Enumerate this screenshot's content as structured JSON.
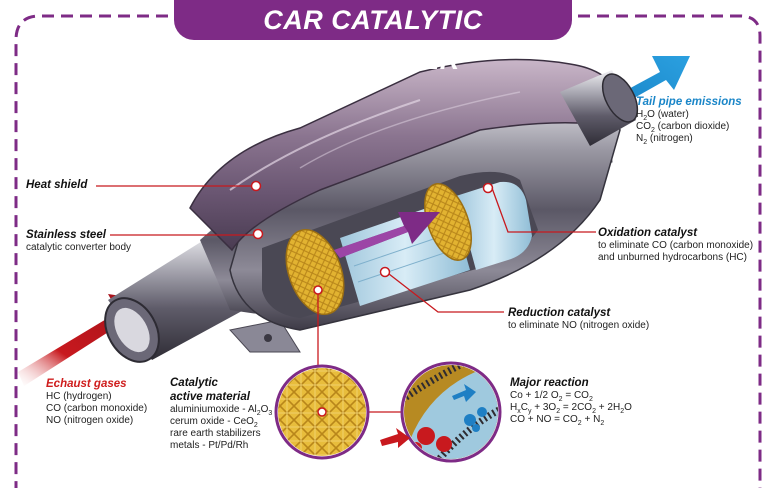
{
  "title": "CAR CATALYTIC CONVERTER",
  "colors": {
    "title_bg": "#7e2b86",
    "dashed_border": "#7e2b86",
    "exhaust_arrow": "#c8191e",
    "tailpipe_arrow": "#1a86c8",
    "inner_arrow": "#7e2b86",
    "catalyst_honeycomb": "#e2b331",
    "leader_line": "#c8191e"
  },
  "labels": {
    "heat_shield": {
      "title": "Heat shield"
    },
    "stainless_steel": {
      "title": "Stainless steel",
      "desc": "catalytic converter body"
    },
    "tail_pipe": {
      "title": "Tail pipe emissions",
      "line1_a": "H",
      "line1_sub": "2",
      "line1_b": "O (water)",
      "line2_a": "CO",
      "line2_sub": "2",
      "line2_b": " (carbon dioxide)",
      "line3_a": "N",
      "line3_sub": "2",
      "line3_b": " (nitrogen)"
    },
    "oxidation": {
      "title": "Oxidation catalyst",
      "line1": "to eliminate CO (carbon monoxide)",
      "line2": "and unburned hydrocarbons (HC)"
    },
    "reduction": {
      "title": "Reduction catalyst",
      "desc": "to eliminate NO (nitrogen oxide)"
    },
    "exhaust": {
      "title": "Echaust gases",
      "line1": "HC (hydrogen)",
      "line2": "CO (carbon monoxide)",
      "line3": "NO (nitrogen oxide)"
    },
    "catalytic_material": {
      "title_line1": "Catalytic",
      "title_line2": "active material",
      "line1_a": "aluminiumoxide - Al",
      "line1_sub1": "2",
      "line1_b": "O",
      "line1_sub2": "3",
      "line2_a": "cerum oxide - CeO",
      "line2_sub": "2",
      "line3": "rare earth stabilizers",
      "line4": "metals - Pt/Pd/Rh"
    },
    "major_reaction": {
      "title": "Major reaction",
      "eq1_a": "Co + 1/2 O",
      "eq1_s1": "2",
      "eq1_b": " = CO",
      "eq1_s2": "2",
      "eq2_a": "H",
      "eq2_s1": "x",
      "eq2_b": "C",
      "eq2_s2": "y",
      "eq2_c": " + 3O",
      "eq2_s3": "2",
      "eq2_d": " = 2CO",
      "eq2_s4": "2",
      "eq2_e": " + 2H",
      "eq2_s5": "2",
      "eq2_f": "O",
      "eq3_a": "CO + NO = CO",
      "eq3_s1": "2",
      "eq3_b": " + N",
      "eq3_s2": "2"
    }
  }
}
